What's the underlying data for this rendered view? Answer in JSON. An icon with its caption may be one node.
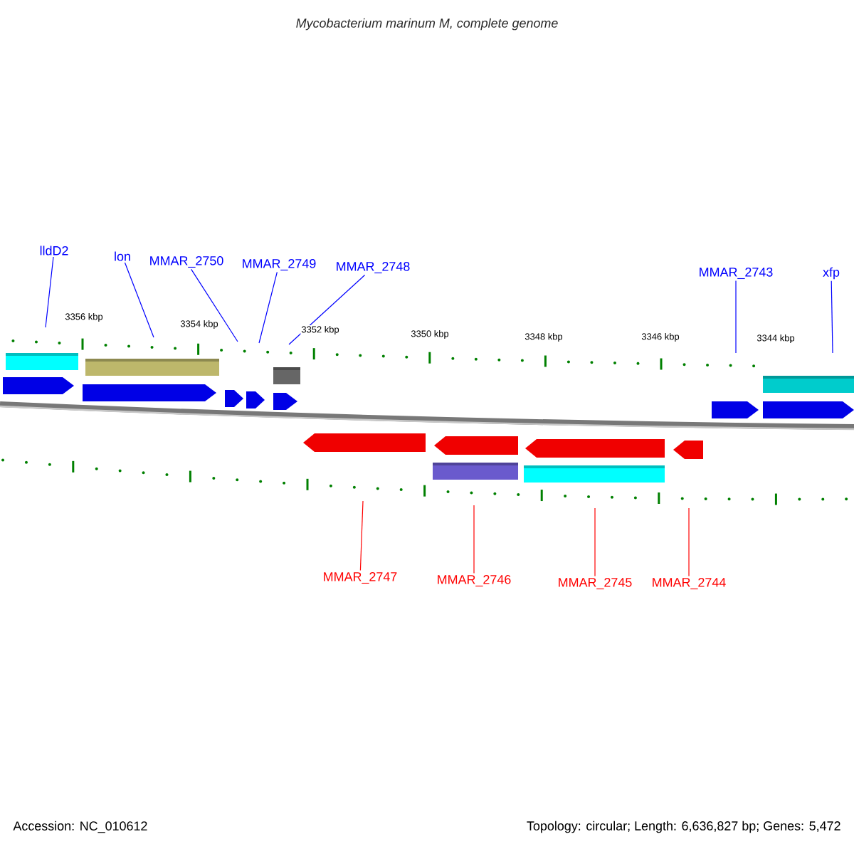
{
  "diagram": {
    "title": "Mycobacterium marinum M, complete genome",
    "nodes": [
      {
        "text": [
          "lldD2"
        ]
      },
      {
        "text": [
          "lon"
        ]
      },
      {
        "text": [
          "MMAR_2750"
        ]
      },
      {
        "text": [
          "MMAR_2749"
        ]
      },
      {
        "text": [
          "MMAR_2748"
        ]
      },
      {
        "text": [
          "MMAR_2743"
        ]
      },
      {
        "text": [
          "xfp"
        ]
      },
      {
        "text": [
          "MMAR_2747"
        ]
      },
      {
        "text": [
          "MMAR_2746"
        ]
      },
      {
        "text": [
          "MMAR_2745"
        ]
      },
      {
        "text": [
          "MMAR_2744"
        ]
      }
    ],
    "edges": [
      {
        "from": 0,
        "to": null,
        "arrow": "none"
      },
      {
        "from": 1,
        "to": null,
        "arrow": "none"
      },
      {
        "from": 2,
        "to": null,
        "arrow": "none"
      },
      {
        "from": 3,
        "to": null,
        "arrow": "none"
      },
      {
        "from": 4,
        "to": null,
        "arrow": "none"
      },
      {
        "from": 5,
        "to": null,
        "arrow": "none"
      },
      {
        "from": 6,
        "to": null,
        "arrow": "none"
      },
      {
        "from": 7,
        "to": null,
        "arrow": "none",
        "color": "#ff0000"
      },
      {
        "from": 8,
        "to": null,
        "arrow": "none",
        "color": "#ff0000"
      },
      {
        "from": 9,
        "to": null,
        "arrow": "none",
        "color": "#ff0000"
      },
      {
        "from": 10,
        "to": null,
        "arrow": "none",
        "color": "#ff0000"
      }
    ],
    "labels": [
      "3356 kbp",
      "3354 kbp",
      "3352 kbp",
      "3350 kbp",
      "3348 kbp",
      "3346 kbp",
      "3344 kbp",
      "Accession: NC_010612",
      "Topology: circular; Length: 6,636,827 bp; Genes: 5,472"
    ]
  }
}
